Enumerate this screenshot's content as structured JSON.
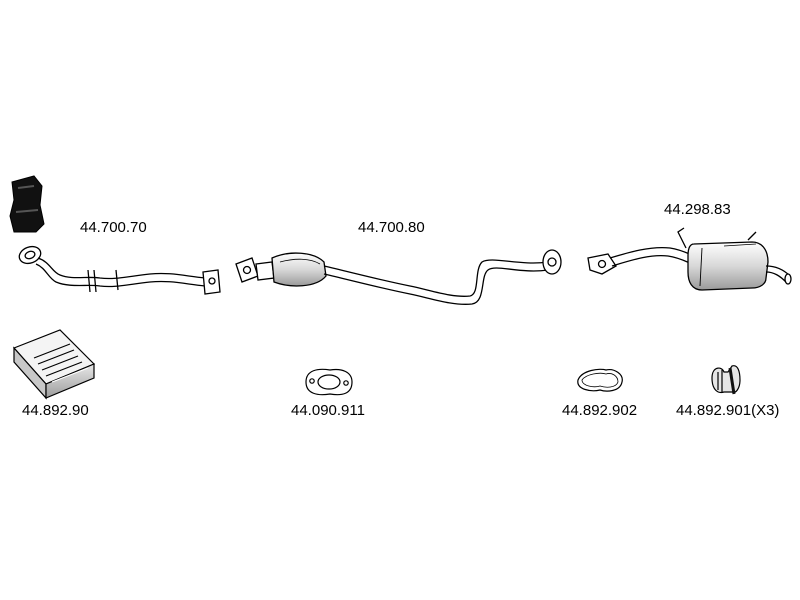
{
  "parts": [
    {
      "id": "front-pipe",
      "number": "44.700.70"
    },
    {
      "id": "center-silencer",
      "number": "44.700.80"
    },
    {
      "id": "rear-silencer",
      "number": "44.298.83"
    },
    {
      "id": "mounting-kit",
      "number": "44.892.90"
    },
    {
      "id": "gasket-oval",
      "number": "44.090.911"
    },
    {
      "id": "gasket-ring",
      "number": "44.892.902"
    },
    {
      "id": "rubber-hanger",
      "number": "44.892.901(X3)"
    }
  ],
  "colors": {
    "line": "#000000",
    "fill": "#ffffff",
    "shade": "#b5b5b5",
    "dark": "#111111"
  }
}
